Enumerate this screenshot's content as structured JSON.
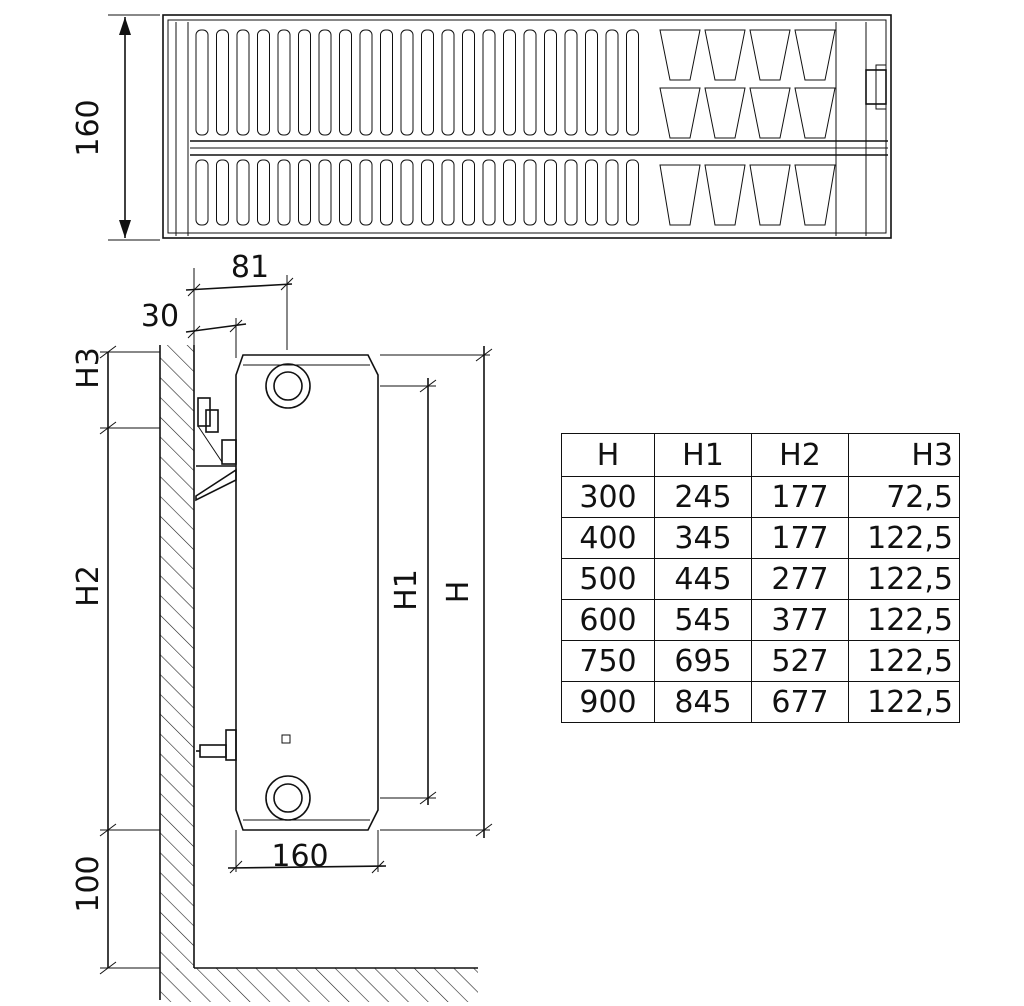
{
  "top_view": {
    "depth_label": "160"
  },
  "side_view": {
    "dim_81": "81",
    "dim_30": "30",
    "dim_h3": "H3",
    "dim_h2": "H2",
    "dim_100": "100",
    "dim_160": "160",
    "dim_h1": "H1",
    "dim_h": "H"
  },
  "table": {
    "headers": [
      "H",
      "H1",
      "H2",
      "H3"
    ],
    "rows": [
      [
        "300",
        "245",
        "177",
        "72,5"
      ],
      [
        "400",
        "345",
        "177",
        "122,5"
      ],
      [
        "500",
        "445",
        "277",
        "122,5"
      ],
      [
        "600",
        "545",
        "377",
        "122,5"
      ],
      [
        "750",
        "695",
        "527",
        "122,5"
      ],
      [
        "900",
        "845",
        "677",
        "122,5"
      ]
    ]
  }
}
